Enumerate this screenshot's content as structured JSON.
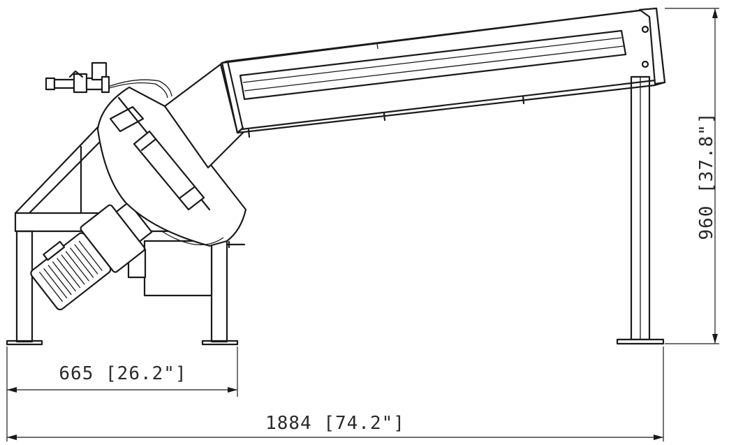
{
  "dimensions": {
    "base_width": "665 [26.2\"]",
    "overall_length": "1884 [74.2\"]",
    "overall_height": "960 [37.8\"]"
  }
}
